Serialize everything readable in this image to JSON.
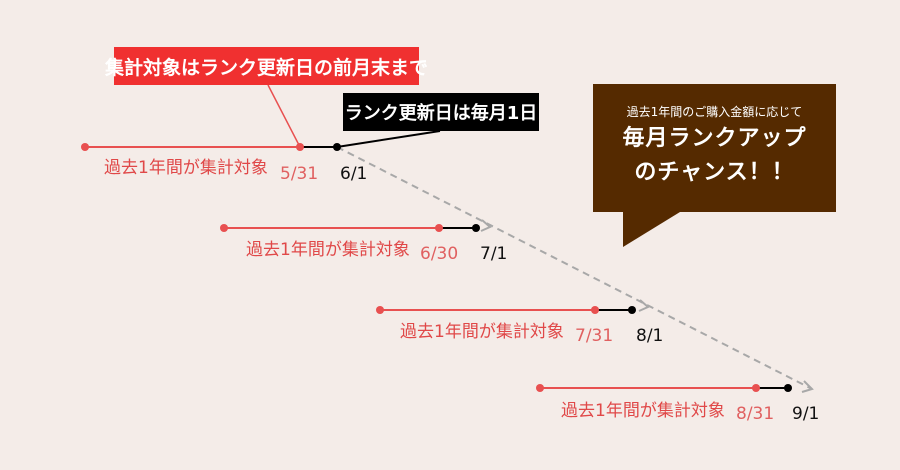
{
  "colors": {
    "background": "#f4ece8",
    "accent_red": "#f03030",
    "period_red": "#e85050",
    "bubble_brown": "#552a00",
    "black": "#000000",
    "dashed_gray": "#a0a0a0"
  },
  "callouts": {
    "aggregation_rule": "集計対象はランク更新日の前月末まで",
    "update_day_rule": "ランク更新日は毎月1日"
  },
  "bubble": {
    "subtitle": "過去1年間のご購入金額に応じて",
    "headline_line1": "毎月ランクアップ",
    "headline_line2": "のチャンス！！"
  },
  "timelines": [
    {
      "period_label": "過去1年間が集計対象",
      "end_date": "5/31",
      "update_date": "6/1"
    },
    {
      "period_label": "過去1年間が集計対象",
      "end_date": "6/30",
      "update_date": "7/1"
    },
    {
      "period_label": "過去1年間が集計対象",
      "end_date": "7/31",
      "update_date": "8/1"
    },
    {
      "period_label": "過去1年間が集計対象",
      "end_date": "8/31",
      "update_date": "9/1"
    }
  ]
}
